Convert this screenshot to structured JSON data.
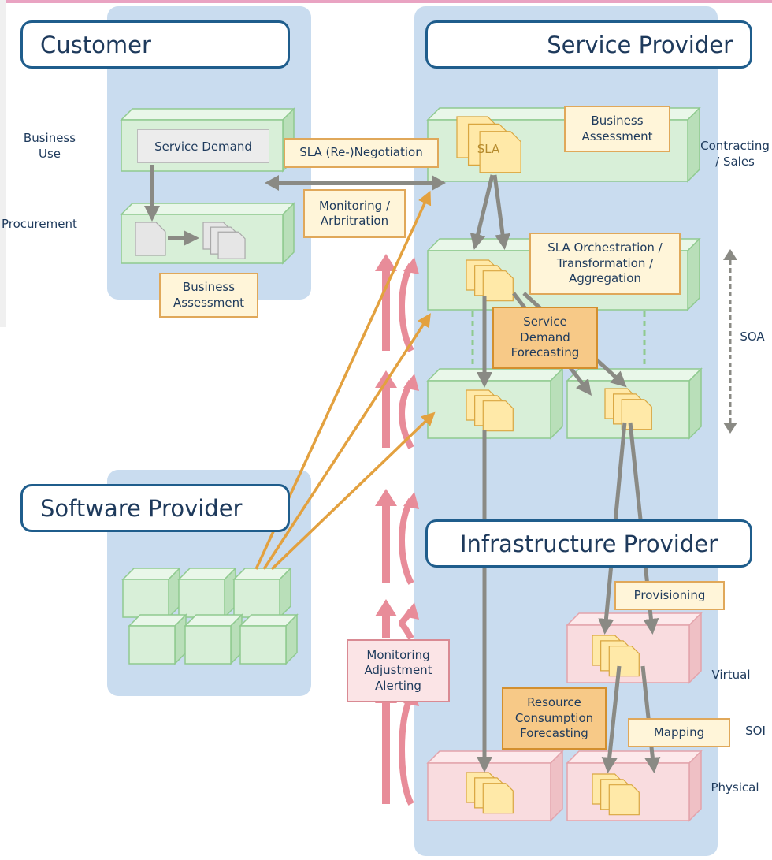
{
  "columns": {
    "customer": "Customer",
    "service_provider": "Service Provider",
    "software_provider": "Software Provider",
    "infrastructure_provider": "Infrastructure Provider"
  },
  "side_labels": {
    "business_use": "Business\nUse",
    "procurement": "Procurement",
    "contracting_sales": "Contracting\n/ Sales",
    "soa": "SOA",
    "virtual": "Virtual",
    "soi": "SOI",
    "physical": "Physical"
  },
  "notes": {
    "service_demand": "Service Demand",
    "sla_negotiation": "SLA (Re-)Negotiation",
    "monitoring_arbitration": "Monitoring /\nArbritration",
    "customer_business_assessment": "Business\nAssessment",
    "sp_business_assessment": "Business\nAssessment",
    "sla_doc": "SLA",
    "sla_orchestration": "SLA Orchestration /\nTransformation /\nAggregation",
    "service_demand_forecasting": "Service\nDemand\nForecasting",
    "provisioning": "Provisioning",
    "monitoring_adjustment": "Monitoring\nAdjustment\nAlerting",
    "resource_consumption": "Resource\nConsumption\nForecasting",
    "mapping": "Mapping"
  },
  "colors": {
    "panel": "#c9dcef",
    "green_face": "#d8efd8",
    "green_top": "#e9f7e9",
    "green_side": "#b9dfb9",
    "green_border": "#8fca8f",
    "pink_face": "#f9dcdf",
    "pink_top": "#fde9eb",
    "pink_side": "#efc0c5",
    "pink_border": "#e3a3ab",
    "title_border": "#1f5d8c",
    "text": "#1e3a5c",
    "gray_arrow": "#8a8a84",
    "orange_arrow": "#e3a13f",
    "pink_arrow": "#e88c99",
    "doc_fill": "#ffe9a8",
    "doc_border": "#d9a640"
  }
}
